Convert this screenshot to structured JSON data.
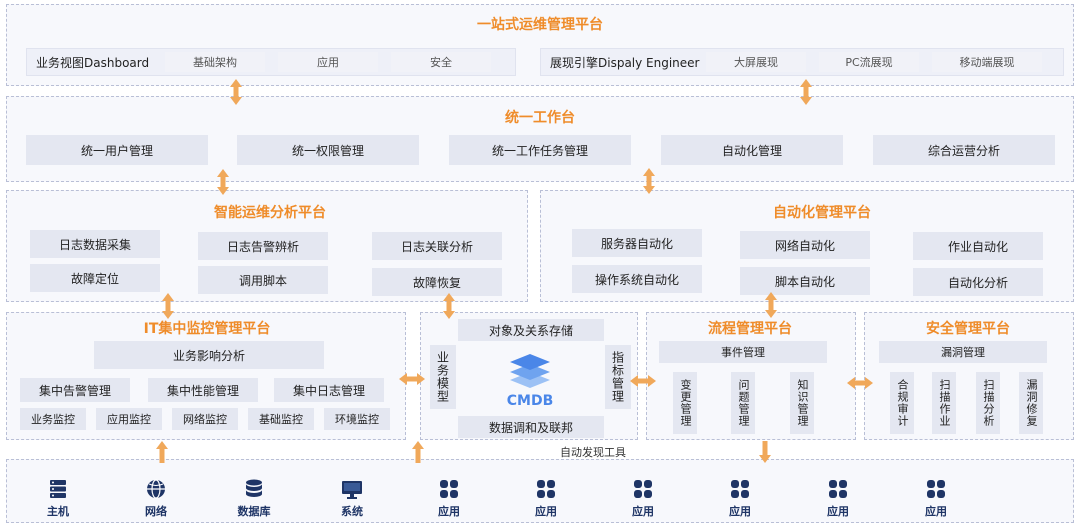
{
  "top": {
    "title": "一站式运维管理平台",
    "left": {
      "label": "业务视图Dashboard",
      "chips": [
        "基础架构",
        "应用",
        "安全"
      ]
    },
    "right": {
      "label": "展现引擎Dispaly Engineer",
      "chips": [
        "大屏展现",
        "PC流展现",
        "移动端展现"
      ]
    }
  },
  "workbench": {
    "title": "统一工作台",
    "items": [
      "统一用户管理",
      "统一权限管理",
      "统一工作任务管理",
      "自动化管理",
      "综合运营分析"
    ]
  },
  "aiops": {
    "title": "智能运维分析平台",
    "items": [
      "日志数据采集",
      "日志告警辨析",
      "日志关联分析",
      "故障定位",
      "调用脚本",
      "故障恢复"
    ]
  },
  "automation": {
    "title": "自动化管理平台",
    "items": [
      "服务器自动化",
      "网络自动化",
      "作业自动化",
      "操作系统自动化",
      "脚本自动化",
      "自动化分析"
    ]
  },
  "it_monitor": {
    "title": "IT集中监控管理平台",
    "impact": "业务影响分析",
    "mid": [
      "集中告警管理",
      "集中性能管理",
      "集中日志管理"
    ],
    "bottom": [
      "业务监控",
      "应用监控",
      "网络监控",
      "基础监控",
      "环境监控"
    ]
  },
  "cmdb": {
    "top": "对象及关系存储",
    "left": "业务模型",
    "right": "指标管理",
    "center": "CMDB",
    "bottom": "数据调和及联邦"
  },
  "process": {
    "title": "流程管理平台",
    "event": "事件管理",
    "items": [
      "变更管理",
      "问题管理",
      "知识管理"
    ]
  },
  "security": {
    "title": "安全管理平台",
    "vuln": "漏洞管理",
    "items": [
      "合规审计",
      "扫描作业",
      "扫描分析",
      "漏洞修复"
    ]
  },
  "discovery_tool": "自动发现工具",
  "bottom_icons": [
    {
      "icon": "server-icon",
      "label": "主机"
    },
    {
      "icon": "network-globe-icon",
      "label": "网络"
    },
    {
      "icon": "database-icon",
      "label": "数据库"
    },
    {
      "icon": "monitor-icon",
      "label": "系统"
    },
    {
      "icon": "app-grid-icon",
      "label": "应用"
    },
    {
      "icon": "app-grid-icon",
      "label": "应用"
    },
    {
      "icon": "app-grid-icon",
      "label": "应用"
    },
    {
      "icon": "app-grid-icon",
      "label": "应用"
    },
    {
      "icon": "app-grid-icon",
      "label": "应用"
    },
    {
      "icon": "app-grid-icon",
      "label": "应用"
    }
  ],
  "colors": {
    "accent": "#ef8c2a",
    "arrow": "#f0a85a",
    "box": "#e4e7f1",
    "panel": "#f7f8fc",
    "icon": "#1f3566",
    "cmdb": "#4a86e8"
  }
}
